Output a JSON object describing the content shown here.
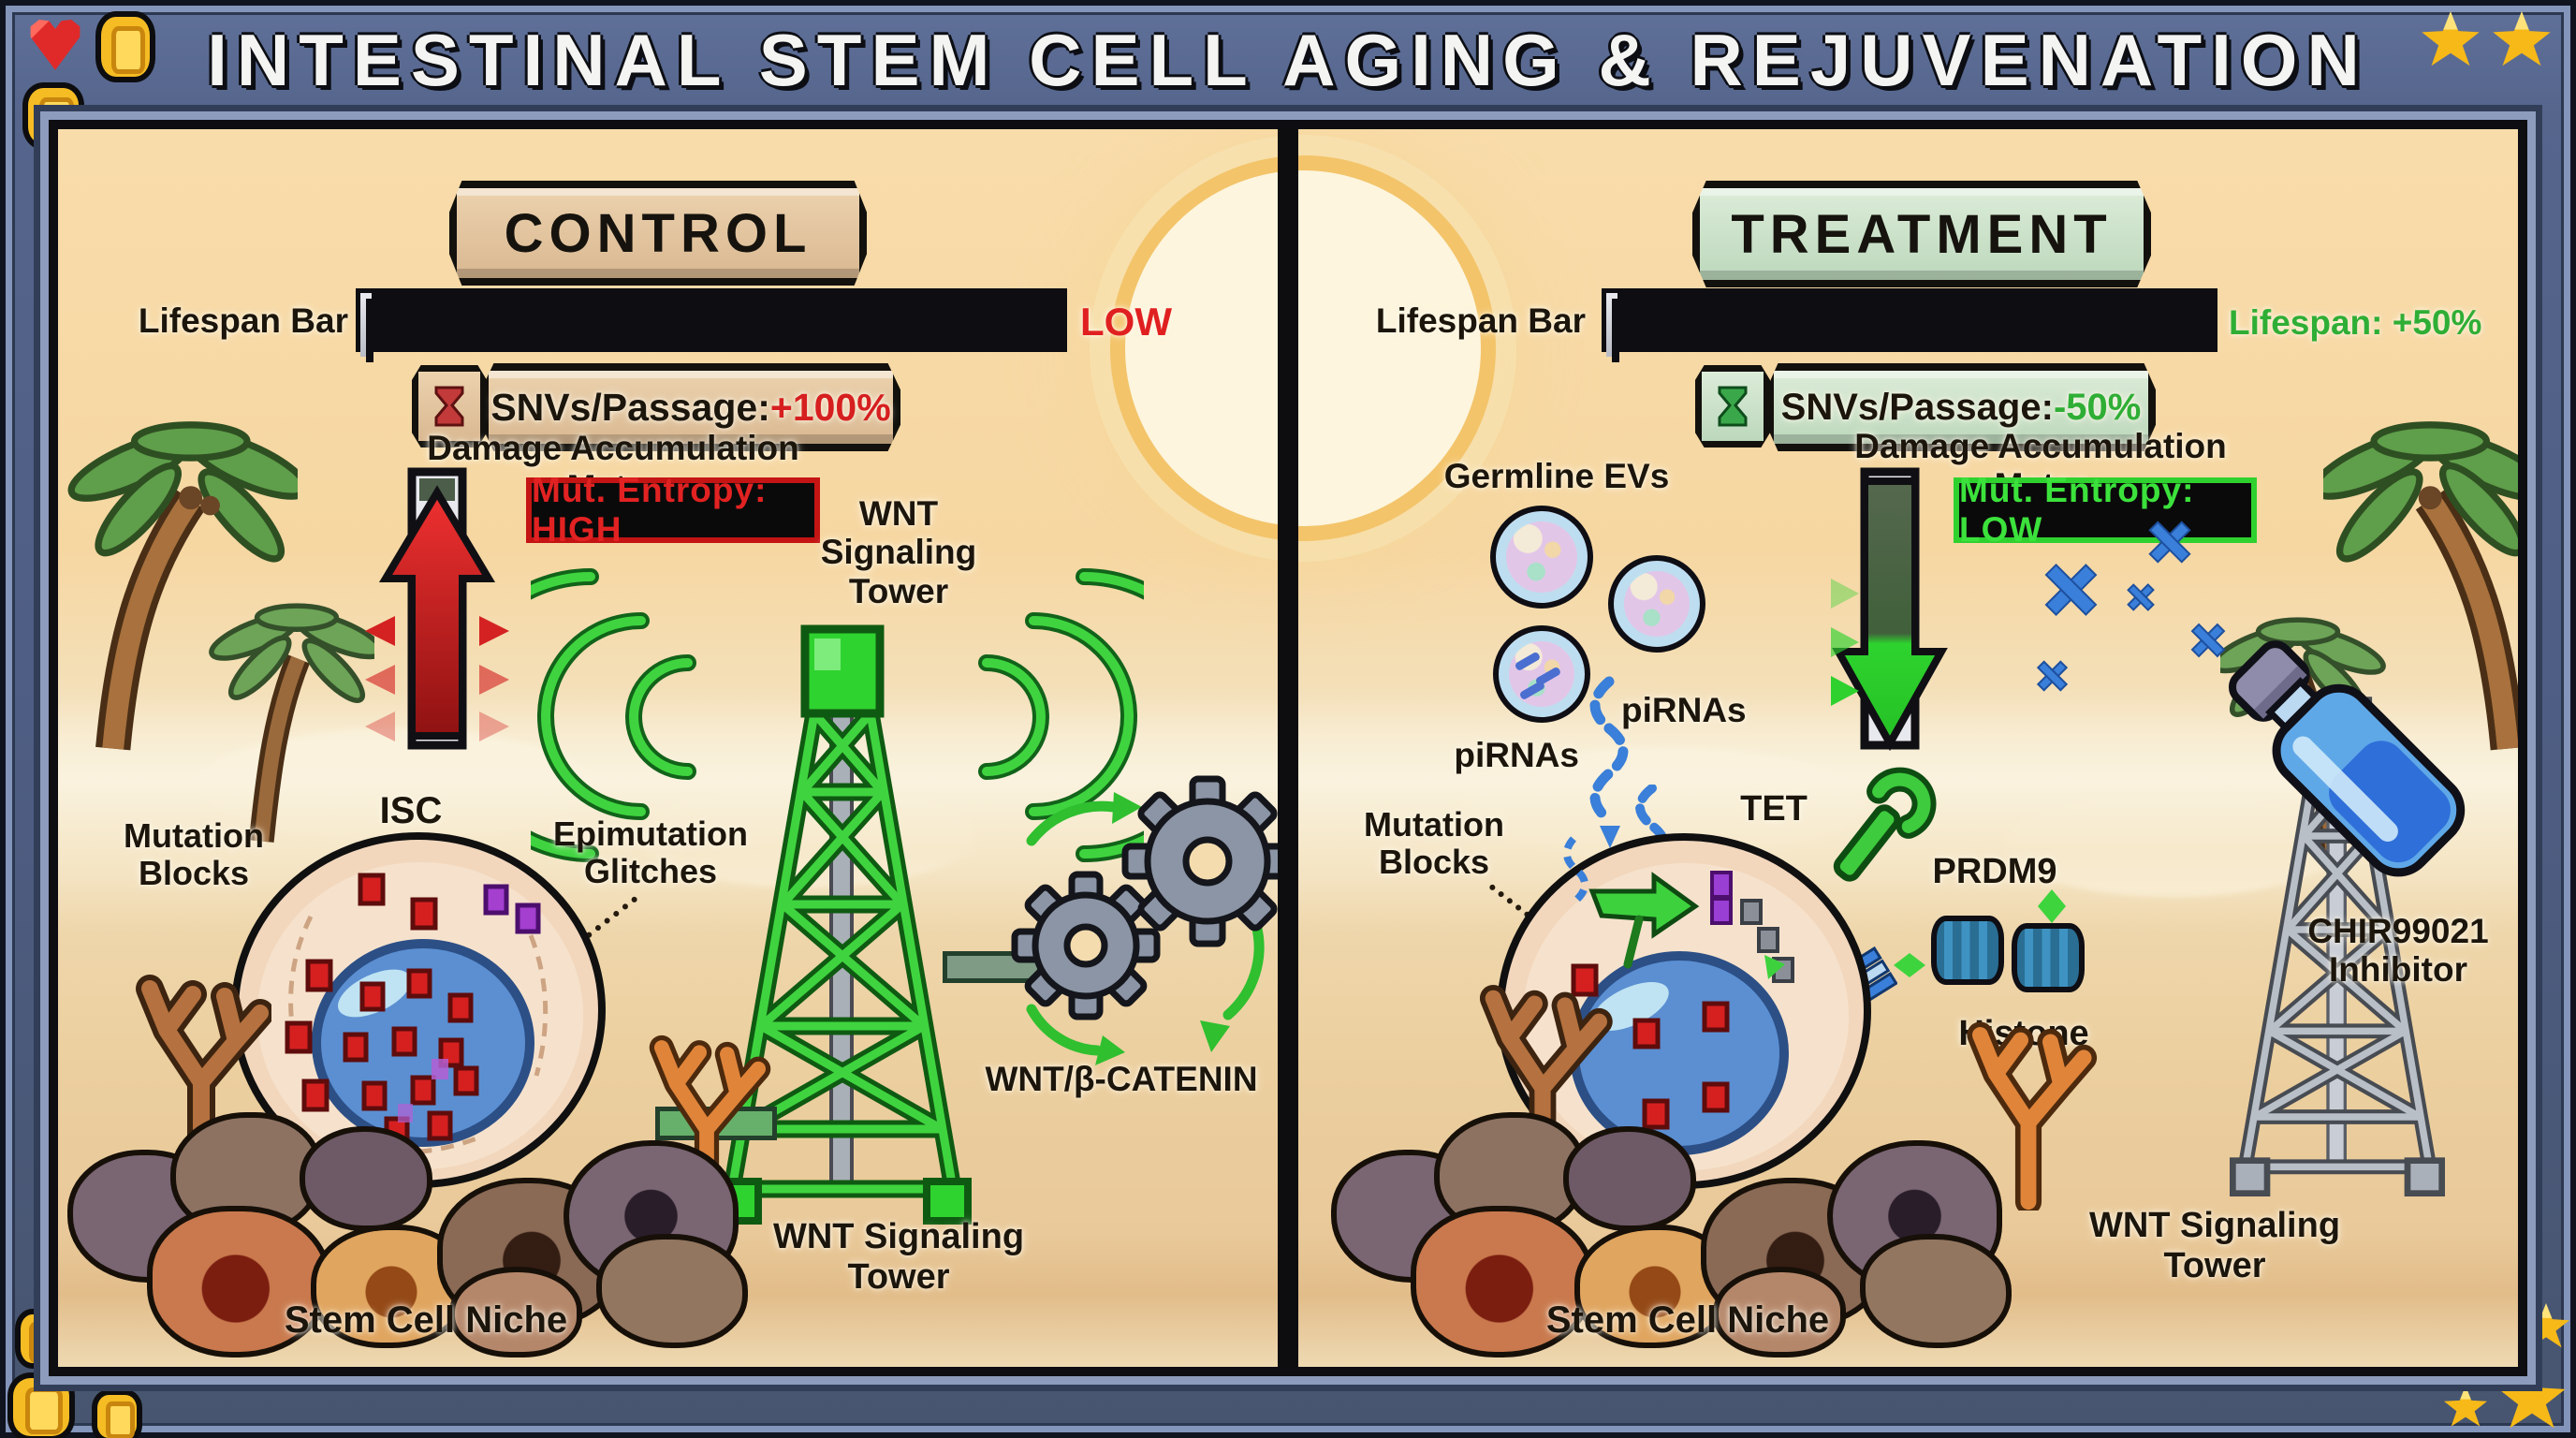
{
  "title": "INTESTINAL STEM CELL AGING & REJUVENATION",
  "colors": {
    "frame_blue": "#55658c",
    "panel_sand": "#f6d7a2",
    "bad_red": "#e02525",
    "good_green": "#2fbe3a",
    "signal_green": "#3fd43f",
    "pirna_blue": "#3a7fd9",
    "coin_gold": "#f5bc24"
  },
  "panels": {
    "control": {
      "header": "CONTROL",
      "lifespan_label": "Lifespan Bar",
      "lifespan_status": "LOW",
      "snv_label": "SNVs/Passage:",
      "snv_value": "+100%",
      "damage_label": "Damage Accumulation Meter",
      "entropy_label": "Mut. Entropy: HIGH",
      "tower_label_top": "WNT\nSignaling\nTower",
      "pathway_label": "WNT/β-CATENIN",
      "cell_label": "ISC",
      "mutation_label": "Mutation\nBlocks",
      "epimutation_label": "Epimutation\nGlitches",
      "tower_label_bottom": "WNT Signaling\nTower",
      "niche_label": "Stem Cell Niche"
    },
    "treatment": {
      "header": "TREATMENT",
      "lifespan_label": "Lifespan Bar",
      "lifespan_status": "Lifespan: +50%",
      "snv_label": "SNVs/Passage:",
      "snv_value": "-50%",
      "damage_label": "Damage Accumulation Meter",
      "entropy_label": "Mut. Entropy: LOW",
      "germline_label": "Germline EVs",
      "pirna_label_a": "piRNAs",
      "pirna_label_b": "piRNAs",
      "tet_label": "TET",
      "prdm9_label": "PRDM9",
      "histone_label": "Histone",
      "mutation_label": "Mutation\nBlocks",
      "inhibitor_label": "CHIR99021\nInhibitor",
      "tower_label_bottom": "WNT Signaling\nTower",
      "niche_label": "Stem Cell Niche"
    }
  }
}
